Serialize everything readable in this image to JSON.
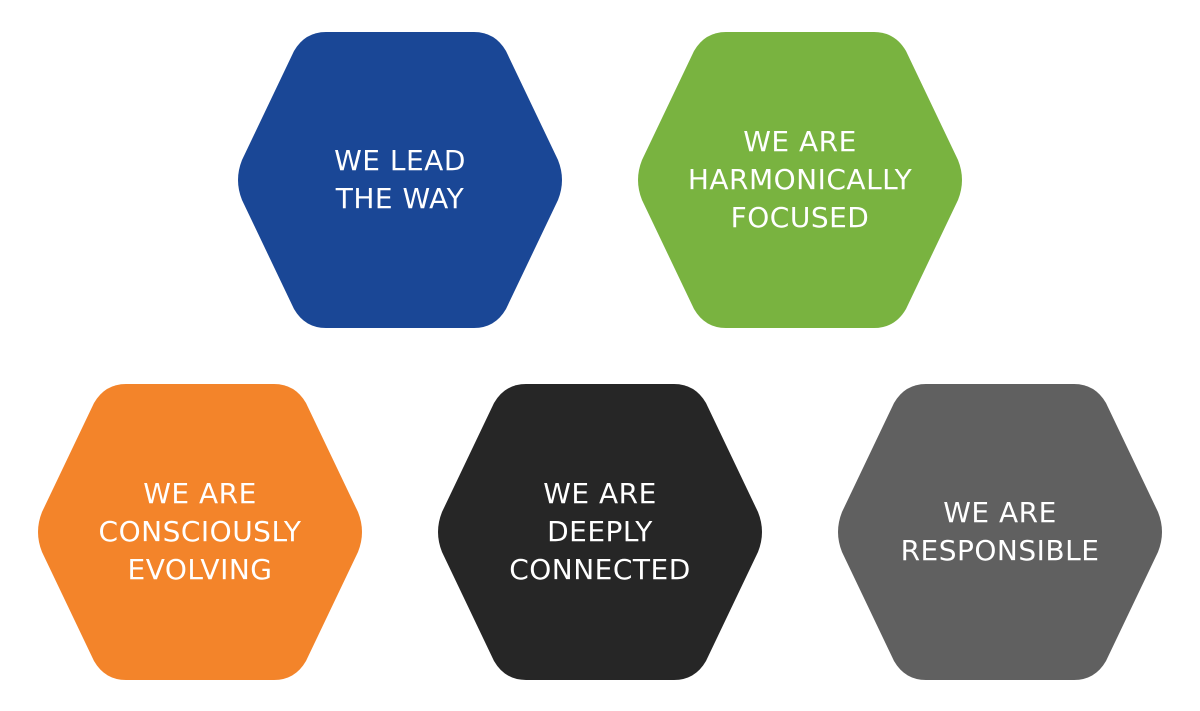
{
  "values": [
    {
      "color": "#1a4796",
      "lines": [
        "WE LEAD",
        "THE WAY"
      ]
    },
    {
      "color": "#79b340",
      "lines": [
        "WE ARE",
        "HARMONICALLY",
        "FOCUSED"
      ]
    },
    {
      "color": "#f3842a",
      "lines": [
        "WE ARE",
        "CONSCIOUSLY",
        "EVOLVING"
      ]
    },
    {
      "color": "#262626",
      "lines": [
        "WE ARE",
        "DEEPLY",
        "CONNECTED"
      ]
    },
    {
      "color": "#606060",
      "lines": [
        "WE ARE",
        "RESPONSIBLE"
      ]
    }
  ]
}
